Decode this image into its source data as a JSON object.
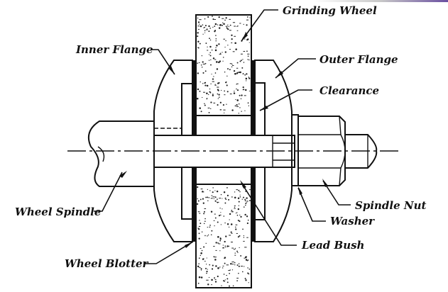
{
  "title": "Grinding wheel mounting assembly (sectional view)",
  "labels": {
    "grinding_wheel": "Grinding Wheel",
    "inner_flange": "Inner Flange",
    "outer_flange": "Outer Flange",
    "clearance": "Clearance",
    "wheel_spindle": "Wheel Spindle",
    "spindle_nut": "Spindle Nut",
    "washer": "Washer",
    "lead_bush": "Lead Bush",
    "wheel_blotter": "Wheel Blotter"
  },
  "colors": {
    "line": "#111111",
    "background": "#ffffff"
  }
}
